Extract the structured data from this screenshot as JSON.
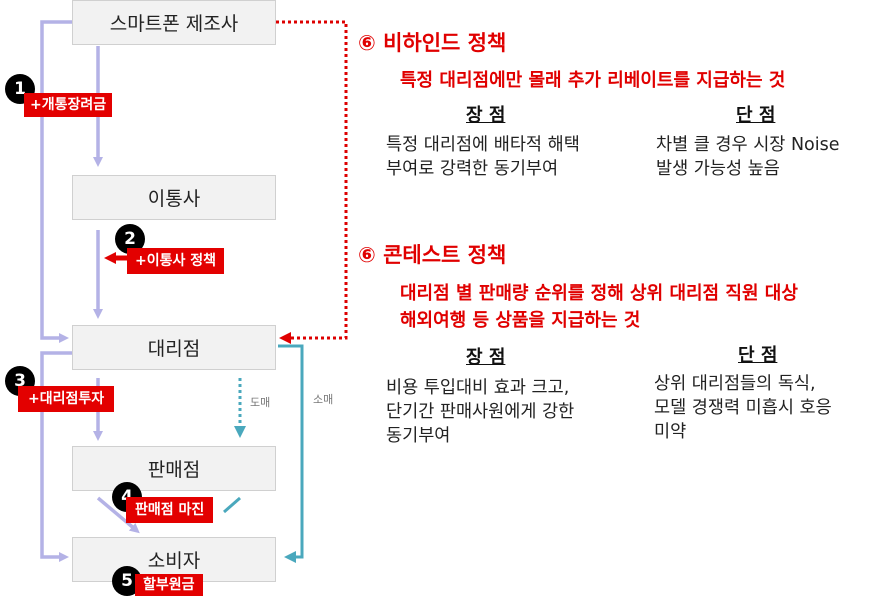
{
  "flow": {
    "maker": "스마트폰 제조사",
    "carrier": "이통사",
    "agency": "대리점",
    "retailer": "판매점",
    "consumer": "소비자"
  },
  "steps": [
    {
      "num": "1",
      "label": "+개통장려금"
    },
    {
      "num": "2",
      "label": "+이통사 정책"
    },
    {
      "num": "3",
      "label": "+대리점투자"
    },
    {
      "num": "4",
      "label": "판매점 마진"
    },
    {
      "num": "5",
      "label": "할부원금"
    }
  ],
  "channels": {
    "wholesale": "도매",
    "retail": "소매"
  },
  "colors": {
    "flow_arrow": "#b4b2e6",
    "retail_arrow": "#4aa8bd",
    "accent": "#e30000"
  },
  "sections": [
    {
      "title": "⑥ 비하인드 정책",
      "subtitle": "특정 대리점에만 몰래 추가 리베이트를 지급하는 것",
      "pros_label": "장 점",
      "pros": "특정 대리점에 배타적 해택\n부여로 강력한 동기부여",
      "cons_label": "단 점",
      "cons": "차별 클 경우 시장 Noise\n발생 가능성 높음"
    },
    {
      "title": "⑥ 콘테스트 정책",
      "subtitle": "대리점 별 판매량 순위를 정해 상위 대리점 직원 대상\n해외여행 등 상품을 지급하는 것",
      "pros_label": "장 점",
      "pros": "비용 투입대비 효과 크고,\n단기간 판매사원에게 강한\n동기부여",
      "cons_label": "단 점",
      "cons": "상위 대리점들의 독식,\n모델 경쟁력 미흡시 호응\n미약"
    }
  ]
}
